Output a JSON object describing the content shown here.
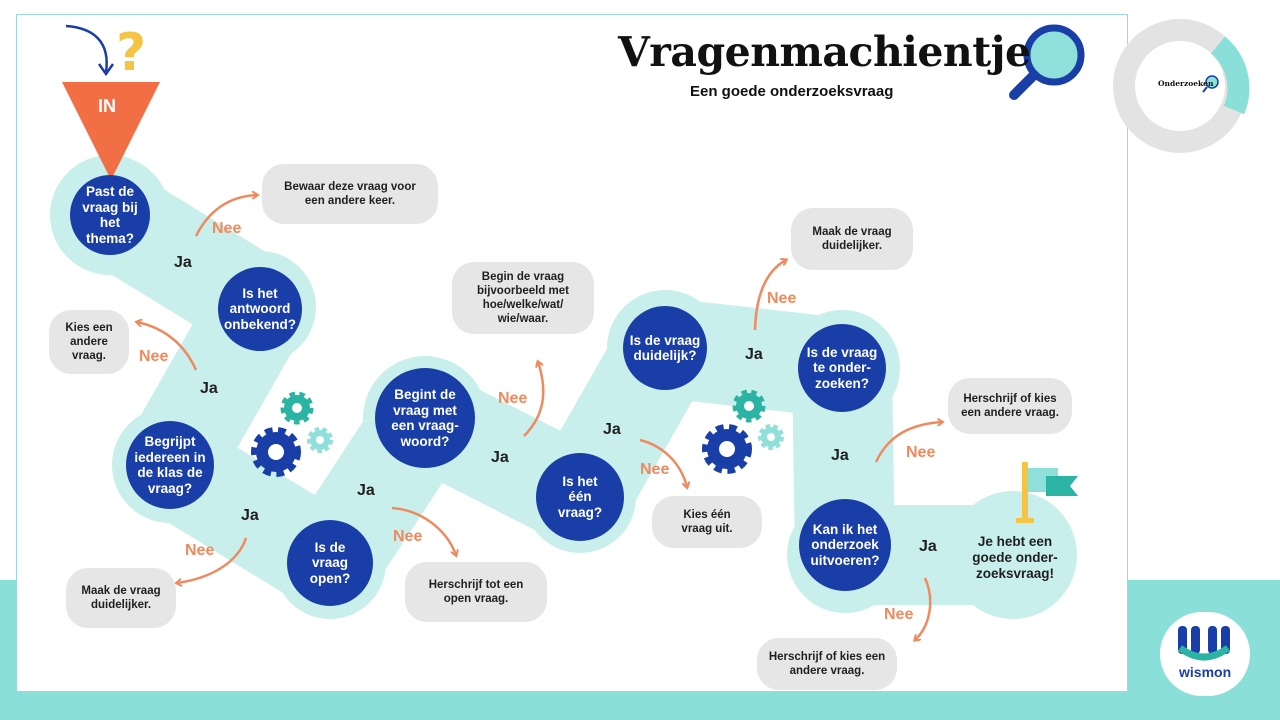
{
  "title": "Vragenmachientje",
  "subtitle": "Een goede onderzoeksvraag",
  "in_label": "IN",
  "wheel_label": "Onderzoeken",
  "brand": "wismon",
  "colors": {
    "question_fill": "#1a3ea7",
    "track": "#c9efec",
    "bubble": "#e6e6e6",
    "arrow": "#ef8a5f",
    "funnel": "#f26f46",
    "band": "#8adfd9"
  },
  "questions": {
    "q1": "Past de\nvraag bij het\nthema?",
    "q2": "Is het\nantwoord\nonbekend?",
    "q3": "Begrijpt\niedereen in\nde klas de\nvraag?",
    "q4": "Is de\nvraag\nopen?",
    "q5": "Begint de\nvraag met\neen vraag-\nwoord?",
    "q6": "Is het\néén\nvraag?",
    "q7": "Is de vraag\nduidelijk?",
    "q8": "Is de vraag\nte onder-\nzoeken?",
    "q9": "Kan ik het\nonderzoek\nuitvoeren?"
  },
  "end_text": "Je hebt een\ngoede onder-\nzoeksvraag!",
  "bubbles": {
    "b1": "Bewaar deze vraag voor\neen andere keer.",
    "b2": "Kies een\nandere\nvraag.",
    "b3": "Maak de vraag\nduidelijker.",
    "b4": "Herschrijf tot een\nopen vraag.",
    "b5": "Begin de vraag\nbijvoorbeeld met\nhoe/welke/wat/\nwie/waar.",
    "b6": "Kies één\nvraag uit.",
    "b7": "Maak de vraag\nduidelijker.",
    "b8": "Herschrijf of kies\neen andere vraag.",
    "b9": "Herschrijf of kies een\nandere vraag."
  },
  "ja_label": "Ja",
  "nee_label": "Nee"
}
